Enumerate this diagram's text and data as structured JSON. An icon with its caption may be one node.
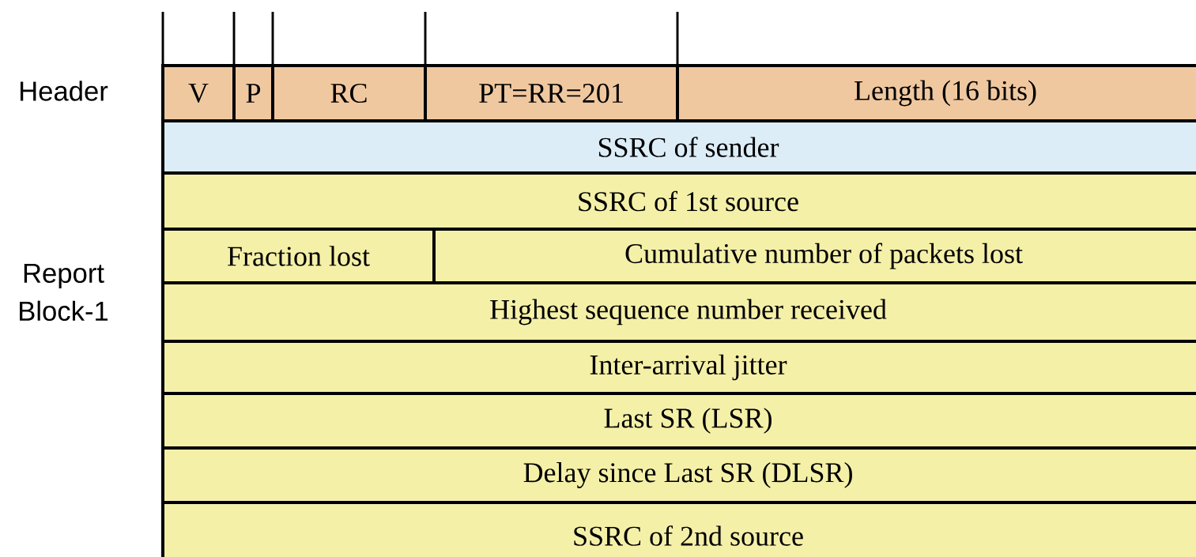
{
  "diagram": {
    "nodes": [
      {
        "text": [
          "V"
        ]
      },
      {
        "text": [
          "P"
        ]
      },
      {
        "text": [
          "RC"
        ]
      },
      {
        "text": [
          "PT=RR=201"
        ]
      },
      {
        "text": [
          "Length (16 bits)"
        ]
      },
      {
        "text": [
          "SSRC of sender"
        ]
      },
      {
        "text": [
          "SSRC of 1st source"
        ]
      },
      {
        "text": [
          "Fraction lost"
        ]
      },
      {
        "text": [
          "Cumulative number of packets lost"
        ]
      },
      {
        "text": [
          "Highest sequence number received"
        ]
      },
      {
        "text": [
          "Inter-arrival jitter"
        ]
      },
      {
        "text": [
          "Last SR (LSR)"
        ]
      },
      {
        "text": [
          "Delay since Last SR (DLSR)"
        ]
      },
      {
        "text": [
          "SSRC of 2nd source"
        ]
      }
    ],
    "labels": [
      "Header",
      "Report Block-1"
    ]
  }
}
